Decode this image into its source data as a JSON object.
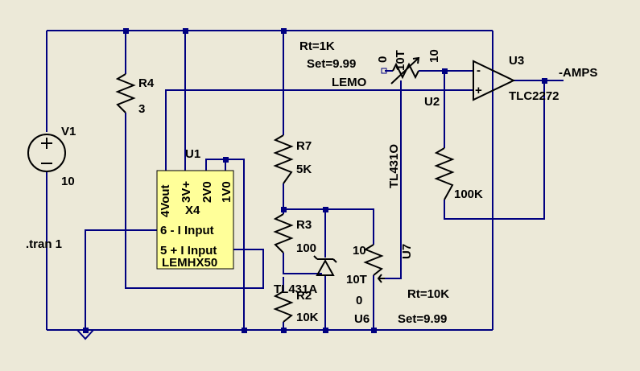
{
  "colors": {
    "background": "#ece9d8",
    "wire": "#000080",
    "component": "#000000",
    "chip_fill": "#ffff99"
  },
  "sources": {
    "v1": {
      "ref": "V1",
      "value": "10"
    }
  },
  "directive": ".tran 1",
  "resistors": {
    "r4": {
      "ref": "R4",
      "value": "3"
    },
    "r7": {
      "ref": "R7",
      "value": "5K"
    },
    "r3": {
      "ref": "R3",
      "value": "100"
    },
    "r2": {
      "ref": "R2",
      "value": "10K"
    },
    "feedback": {
      "value": "100K"
    }
  },
  "pot_top": {
    "params": "Rt=1K",
    "set": "Set=9.99",
    "end_low": "0",
    "turns": "10T",
    "end_high": "10",
    "ref": "U2",
    "connector": "LEMO"
  },
  "pot_bottom": {
    "end_high": "10",
    "turns": "10T",
    "end_low": "0",
    "ref": "U6",
    "params": "Rt=10K",
    "set": "Set=9.99"
  },
  "opamp": {
    "ref": "U3",
    "model": "TLC2272",
    "minus": "-",
    "plus": "+",
    "net_out": "-AMPS"
  },
  "sensor": {
    "ref": "U1",
    "pins_top": [
      "4Vout",
      "3V+",
      "2V0",
      "1V0"
    ],
    "model_code": "X4",
    "pin6": "6 - I Input",
    "pin5": "5 + I Input",
    "model": "LEMHX50"
  },
  "reference": {
    "ref": "U7",
    "model_vertical": "TL431O",
    "model": "TL431A"
  }
}
